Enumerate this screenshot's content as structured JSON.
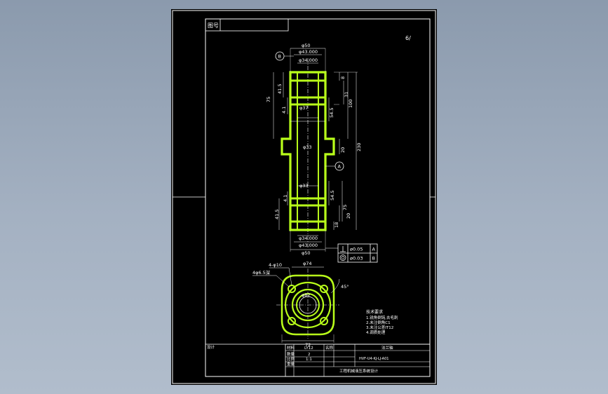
{
  "colors": {
    "part_outline": "#b9ff1a",
    "line": "#ffffff",
    "paper": "#000000",
    "background": "#97a6b8"
  },
  "header": {
    "corner_label": "图号"
  },
  "roughness": {
    "mark": "6/"
  },
  "views": {
    "side": {
      "datum_top": "B",
      "datum_side": "A",
      "dims": {
        "d_top_outer": "φ50",
        "d_top_mid": "φ43.000",
        "d_top_inner": "φ34.000",
        "d_upper_bore": "φ37",
        "d_waist": "φ33",
        "d_lower_bore": "φ33",
        "d_bot_inner": "φ34.000",
        "d_bot_mid": "φ43.000",
        "d_bot_outer": "φ50",
        "l_top_outer": "75",
        "l_top_ring": "41.5",
        "l_small": "4.1",
        "r_top": "8",
        "r_col2": "31",
        "r_col3": "100",
        "r_mid": "54.5",
        "r_total": "230",
        "r_tab": "20",
        "r_lower": "54.5",
        "r_lower_span": "75",
        "r_lower_len": "20",
        "r_lower_ring": "18",
        "l_bottom_small": "4.1",
        "l_bottom": "41.5"
      }
    },
    "end": {
      "d_holes": "4-φ10",
      "d_holes_deep": "4φ6.5深",
      "d_flange": "φ74",
      "d_center": "φ82",
      "angle": "45°",
      "width": "72"
    }
  },
  "tolerance": [
    {
      "symbol": "perpendicularity",
      "value": "0.05",
      "datum": "A"
    },
    {
      "symbol": "concentricity",
      "value": "0.03",
      "datum": "B"
    }
  ],
  "notes": {
    "title": "技术要求",
    "lines": [
      "1.锐角倒钝,去毛刺",
      "2.未注倒角C1",
      "3.未注公差IT12",
      "4.调质处理"
    ]
  },
  "title_block": {
    "left_label": "设计",
    "material_label": "材料",
    "material_value": "LY12",
    "qty_label": "数量",
    "qty_value": "2",
    "scale_label": "比例",
    "scale_value": "1:1",
    "weight_label": "重量",
    "name_label": "名称",
    "name_value": "法兰轴",
    "drawing_no": "HVF-U4-KJ-LJ-A01",
    "company": "工程机械液压系统设计"
  }
}
